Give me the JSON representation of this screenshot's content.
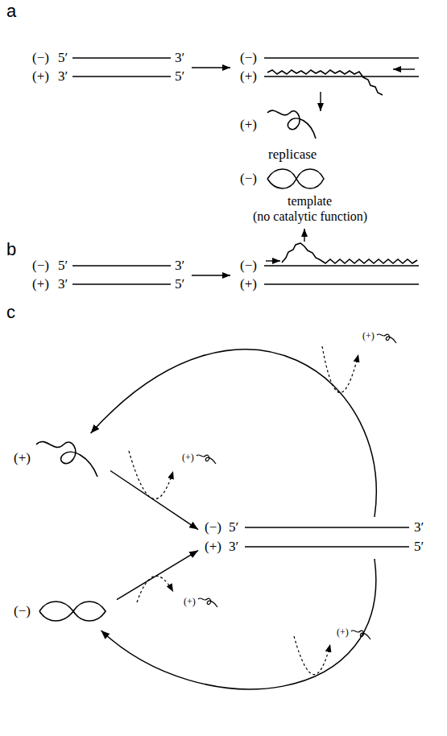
{
  "diagram": {
    "nodes": [
      {
        "text": [
          "(+)"
        ]
      },
      {
        "text": [
          "(−)",
          "5′",
          "3′",
          "(+)",
          "3′",
          "5′"
        ]
      },
      {
        "text": [
          "(−)"
        ]
      }
    ],
    "edges": [
      {
        "from": 0,
        "to": 1,
        "arrow": "to"
      },
      {
        "from": 2,
        "to": 1,
        "arrow": "to"
      },
      {
        "from": 1,
        "to": 0,
        "arrow": "to"
      },
      {
        "from": 1,
        "to": 2,
        "arrow": "to"
      }
    ],
    "labels": [
      "a",
      "(−)",
      "5′",
      "3′",
      "(+)",
      "3′",
      "5′",
      "(−)",
      "(+)",
      "(+)",
      "replicase",
      "(−)",
      "template",
      "(no catalytic function)",
      "b",
      "(−)",
      "5′",
      "3′",
      "(+)",
      "3′",
      "5′",
      "(−)",
      "(+)",
      "c",
      "(+)",
      "(+)",
      "(+)",
      "(+)"
    ]
  }
}
